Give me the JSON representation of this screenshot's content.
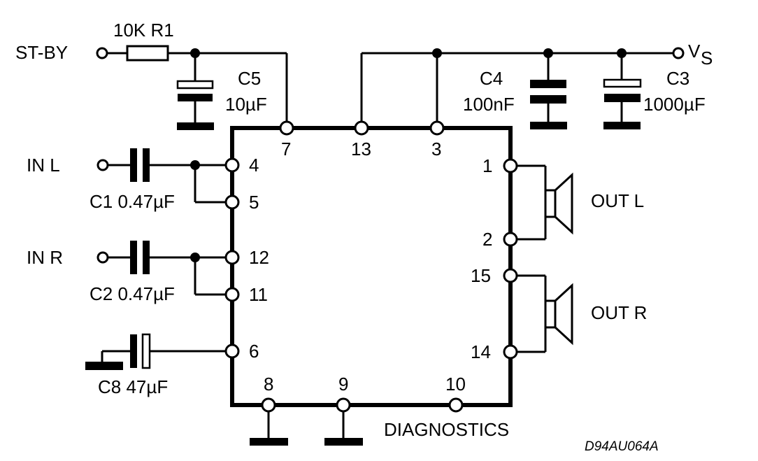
{
  "labels": {
    "st_by": "ST-BY",
    "r1": "10K R1",
    "c5_name": "C5",
    "c5_value": "10µF",
    "vs_main": "V",
    "vs_sub": "S",
    "c4_name": "C4",
    "c4_value": "100nF",
    "c3_name": "C3",
    "c3_value": "1000µF",
    "in_l": "IN L",
    "in_r": "IN R",
    "c1": "C1 0.47µF",
    "c2": "C2 0.47µF",
    "c8": "C8 47µF",
    "out_l": "OUT L",
    "out_r": "OUT R",
    "diagnostics": "DIAGNOSTICS",
    "drawing_code": "D94AU064A"
  },
  "pins": {
    "p7": "7",
    "p13": "13",
    "p3": "3",
    "p4": "4",
    "p5": "5",
    "p12": "12",
    "p11": "11",
    "p6": "6",
    "p1": "1",
    "p2": "2",
    "p15": "15",
    "p14": "14",
    "p8": "8",
    "p9": "9",
    "p10": "10"
  }
}
